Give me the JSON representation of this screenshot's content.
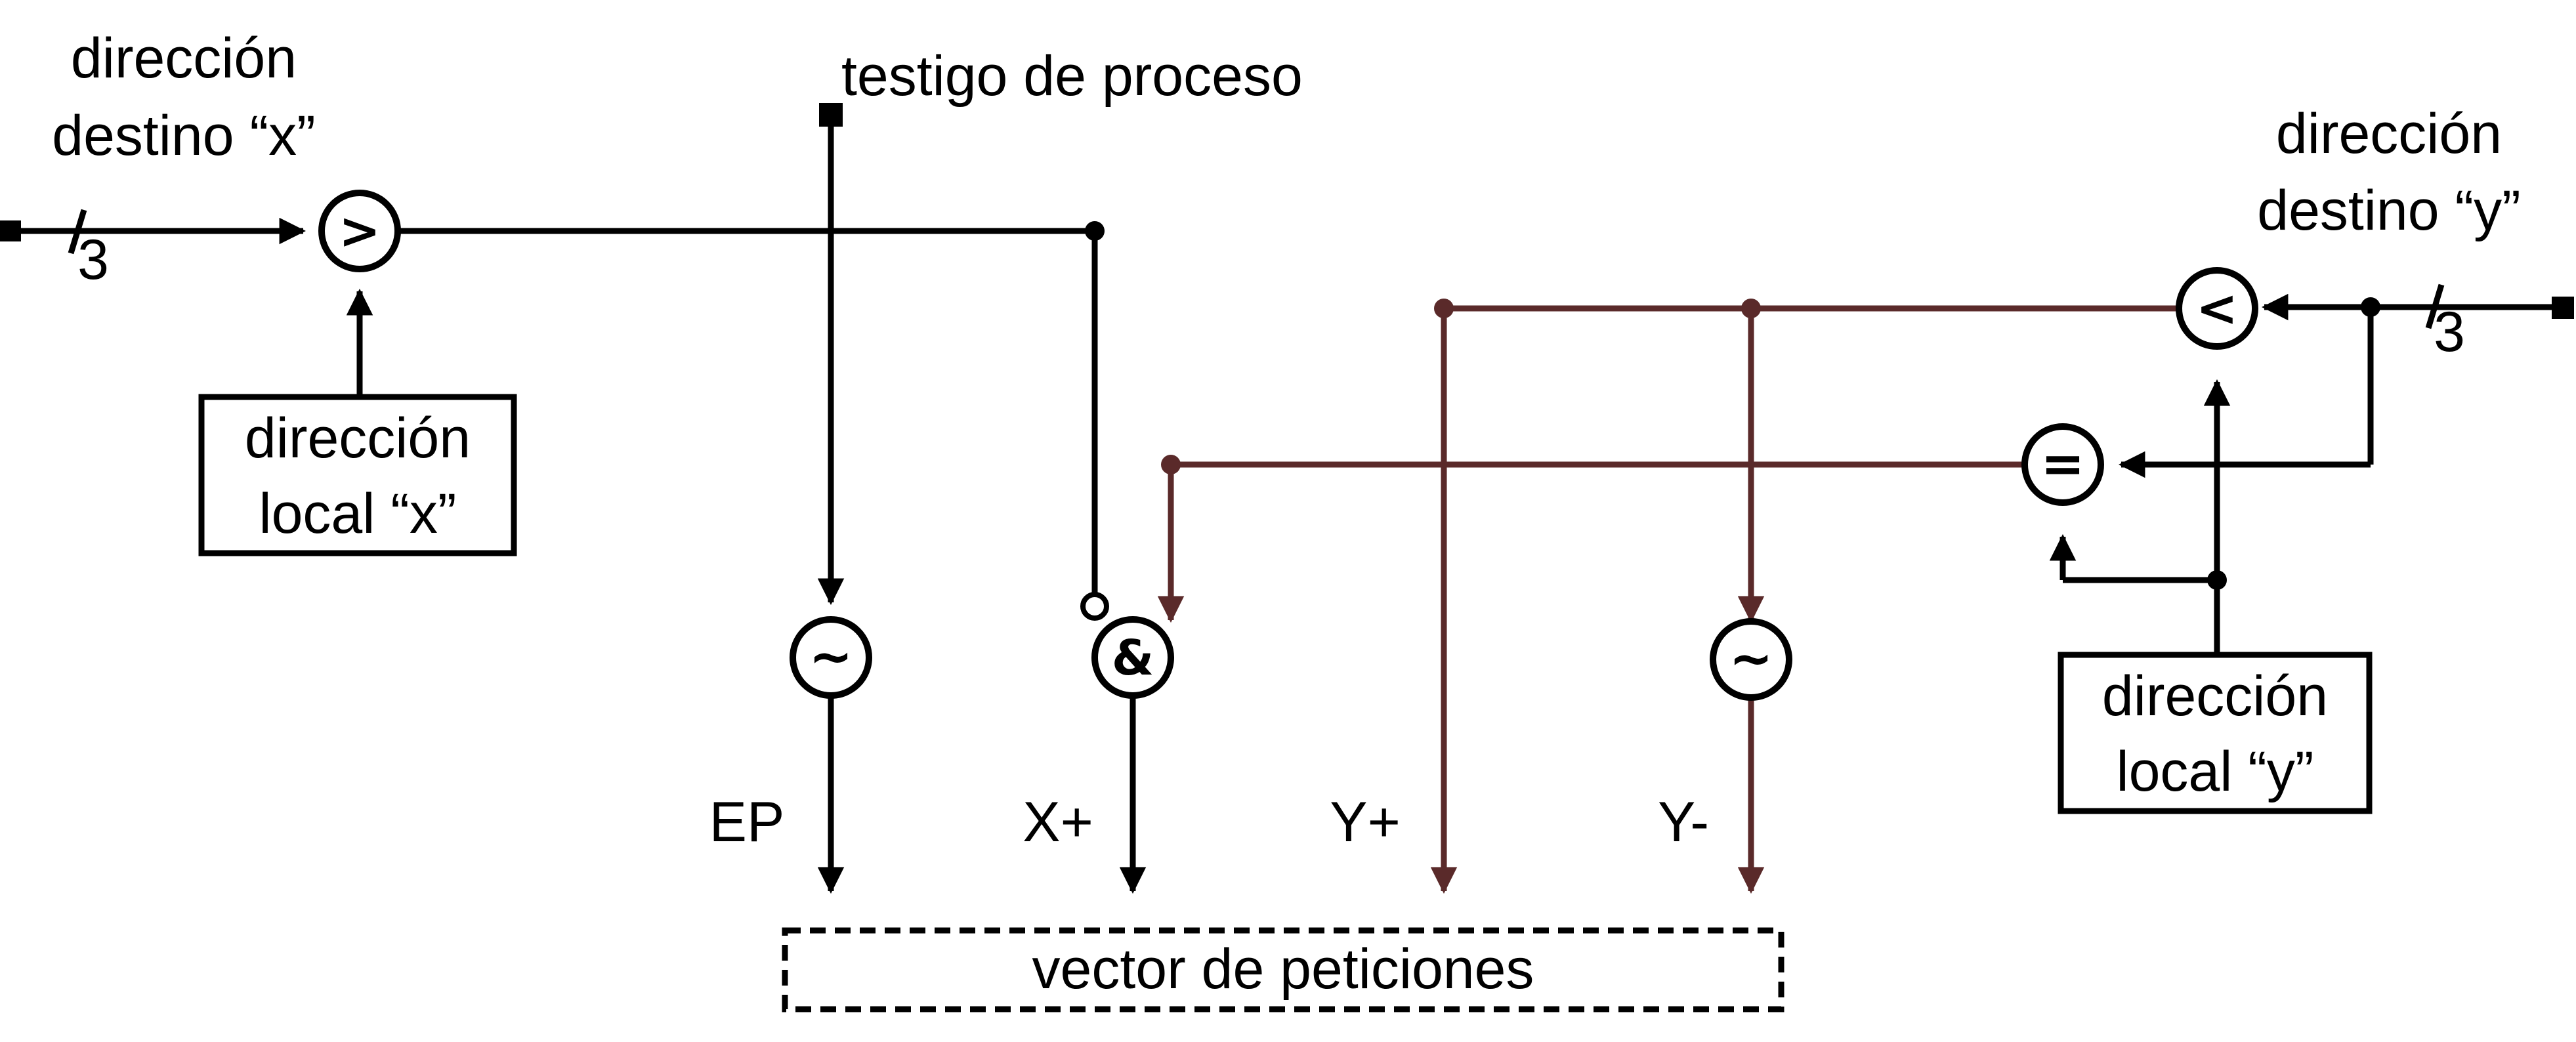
{
  "colors": {
    "black": "#000000",
    "brown": "#5a2a2a",
    "background": "#ffffff"
  },
  "labels": {
    "dest_x_line1": "dirección",
    "dest_x_line2": "destino “x”",
    "process_witness": "testigo de proceso",
    "dest_y_line1": "dirección",
    "dest_y_line2": "destino “y”",
    "bus_width_x": "3",
    "bus_width_y": "3",
    "local_x_line1": "dirección",
    "local_x_line2": "local “x”",
    "local_y_line1": "dirección",
    "local_y_line2": "local “y”",
    "out_ep": "EP",
    "out_xplus": "X+",
    "out_yplus": "Y+",
    "out_yminus": "Y-",
    "request_vector": "vector de peticiones"
  },
  "operators": {
    "greater_than": ">",
    "less_than": "<",
    "equals": "=",
    "and": "&",
    "not_ep": "~",
    "not_yminus": "~"
  }
}
